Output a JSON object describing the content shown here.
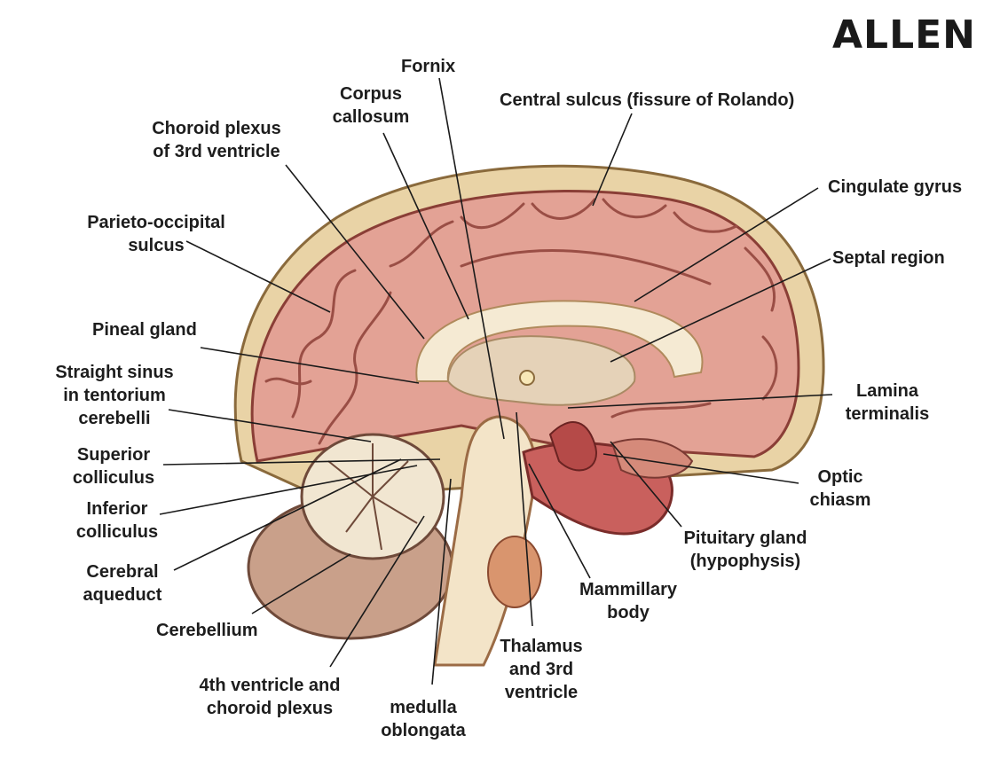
{
  "brand": {
    "logo_text": "ALLEN"
  },
  "labels": {
    "fornix": "Fornix",
    "corpus_callosum": [
      "Corpus",
      "callosum"
    ],
    "central_sulcus": "Central sulcus (fissure of Rolando)",
    "choroid_plexus_3rd": [
      "Choroid plexus",
      "of 3rd ventricle"
    ],
    "cingulate_gyrus": "Cingulate gyrus",
    "parieto_occipital": [
      "Parieto-occipital",
      "sulcus"
    ],
    "septal_region": "Septal region",
    "pineal_gland": "Pineal gland",
    "straight_sinus": [
      "Straight sinus",
      "in tentorium",
      "cerebelli"
    ],
    "lamina_terminalis": [
      "Lamina",
      "terminalis"
    ],
    "superior_colliculus": [
      "Superior",
      "colliculus"
    ],
    "optic_chiasm": [
      "Optic",
      "chiasm"
    ],
    "inferior_colliculus": [
      "Inferior",
      "colliculus"
    ],
    "pituitary_gland": [
      "Pituitary gland",
      "(hypophysis)"
    ],
    "cerebral_aqueduct": [
      "Cerebral",
      "aqueduct"
    ],
    "mammillary_body": [
      "Mammillary",
      "body"
    ],
    "cerebellium": "Cerebellium",
    "thalamus": [
      "Thalamus",
      "and 3rd",
      "ventricle"
    ],
    "fourth_ventricle": [
      "4th ventricle and",
      "choroid plexus"
    ],
    "medulla": [
      "medulla",
      "oblongata"
    ]
  },
  "colors": {
    "skull": "#e9d3a6",
    "cortex": "#e3a295",
    "cortex_dark": "#9a4e45",
    "corpus_callosum": "#f5ead3",
    "cerebellum": "#f1e6d1",
    "brainstem": "#f3e4c8",
    "pituitary": "#b54a48",
    "line": "#1a1a1a"
  }
}
